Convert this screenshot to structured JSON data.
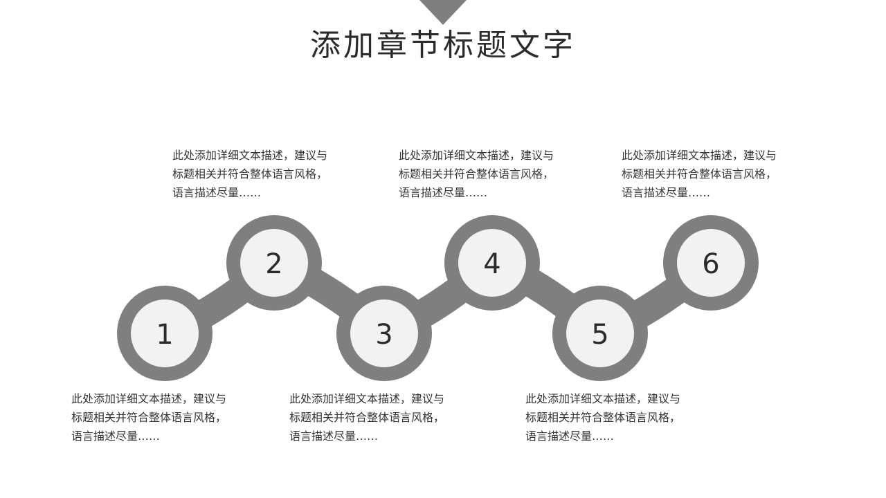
{
  "title": "添加章节标题文字",
  "colors": {
    "connector": "#7f7f7f",
    "inner_circle": "#f2f2f2",
    "text": "#333333",
    "title": "#2b2b2b"
  },
  "steps": [
    {
      "number": "1",
      "lines": [
        "此处添加详细文本描述，建议与",
        "标题相关并符合整体语言风格，",
        "语言描述尽量……"
      ]
    },
    {
      "number": "2",
      "lines": [
        "此处添加详细文本描述，建议与",
        "标题相关并符合整体语言风格，",
        "语言描述尽量……"
      ]
    },
    {
      "number": "3",
      "lines": [
        "此处添加详细文本描述，建议与",
        "标题相关并符合整体语言风格，",
        "语言描述尽量……"
      ]
    },
    {
      "number": "4",
      "lines": [
        "此处添加详细文本描述，建议与",
        "标题相关并符合整体语言风格，",
        "语言描述尽量……"
      ]
    },
    {
      "number": "5",
      "lines": [
        "此处添加详细文本描述，建议与",
        "标题相关并符合整体语言风格，",
        "语言描述尽量……"
      ]
    },
    {
      "number": "6",
      "lines": [
        "此处添加详细文本描述，建议与",
        "标题相关并符合整体语言风格，",
        "语言描述尽量……"
      ]
    }
  ]
}
